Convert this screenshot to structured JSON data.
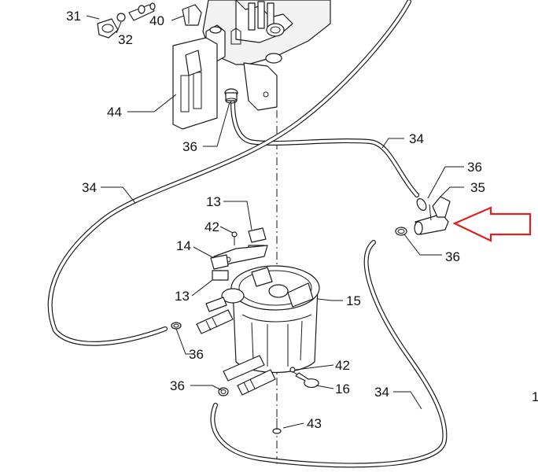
{
  "diagram": {
    "callouts": {
      "c31": "31",
      "c32": "32",
      "c40": "40",
      "c44": "44",
      "c36_top": "36",
      "c34_top": "34",
      "c36_right_upper": "36",
      "c35": "35",
      "c36_right_lower": "36",
      "c34_left": "34",
      "c13_upper": "13",
      "c42_upper": "42",
      "c14": "14",
      "c13_lower": "13",
      "c15": "15",
      "c36_left_upper": "36",
      "c36_left_lower": "36",
      "c42_lower": "42",
      "c16": "16",
      "c34_bottom": "34",
      "c43": "43",
      "c_edge": "1"
    },
    "highlight_arrow_color": "#e02020",
    "line_color": "#1a1a1a"
  }
}
